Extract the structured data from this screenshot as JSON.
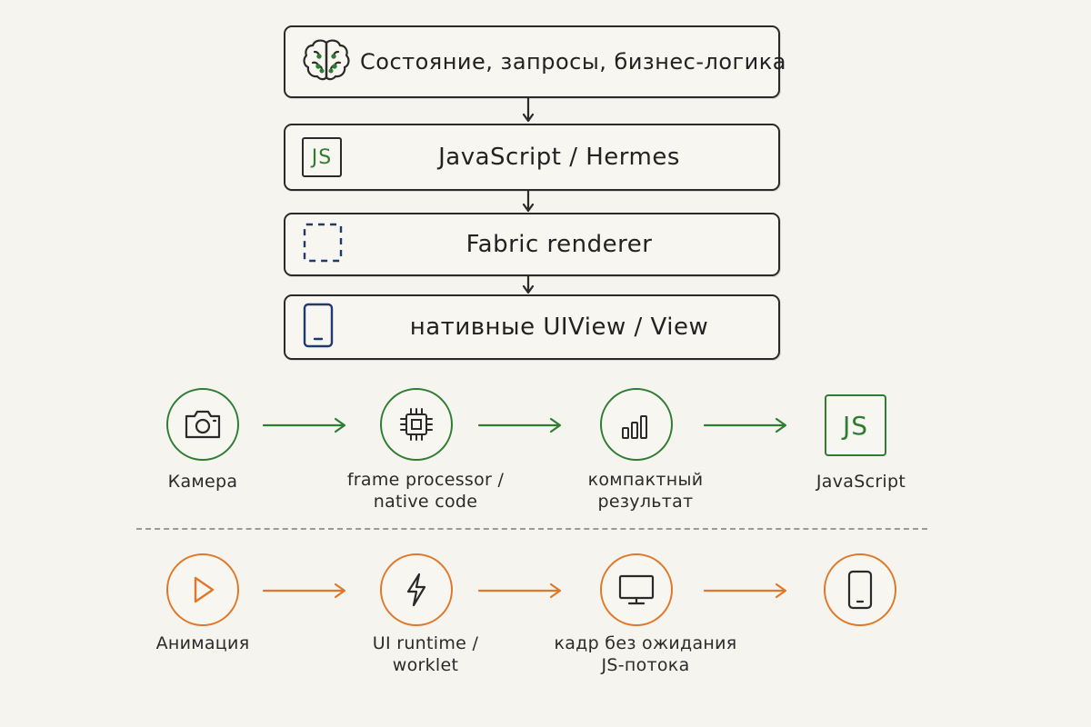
{
  "stack": {
    "layers": [
      {
        "label": "Состояние, запросы, бизнес-логика",
        "icon": "brain-icon"
      },
      {
        "label": "JavaScript / Hermes",
        "icon": "js-badge-icon",
        "icon_text": "JS"
      },
      {
        "label": "Fabric renderer",
        "icon": "dashed-frame-icon"
      },
      {
        "label": "нативные UIView / View",
        "icon": "phone-icon"
      }
    ],
    "stroke_color": "#2a2a2a"
  },
  "camera_flow": {
    "color": "#2e7d32",
    "steps": [
      {
        "icon": "camera-icon",
        "caption": [
          "Камера"
        ]
      },
      {
        "icon": "chip-icon",
        "caption": [
          "frame processor /",
          "native code"
        ]
      },
      {
        "icon": "bar-chart-icon",
        "caption": [
          "компактный",
          "результат"
        ]
      },
      {
        "icon": "js-badge-icon",
        "icon_text": "JS",
        "caption": [
          "JavaScript"
        ]
      }
    ]
  },
  "animation_flow": {
    "color": "#e0782a",
    "steps": [
      {
        "icon": "play-icon",
        "caption": [
          "Анимация"
        ]
      },
      {
        "icon": "lightning-icon",
        "caption": [
          "UI runtime /",
          "worklet"
        ]
      },
      {
        "icon": "monitor-icon",
        "caption": [
          "кадр без ожидания",
          "JS-потока"
        ]
      },
      {
        "icon": "phone-icon",
        "caption": []
      }
    ]
  }
}
